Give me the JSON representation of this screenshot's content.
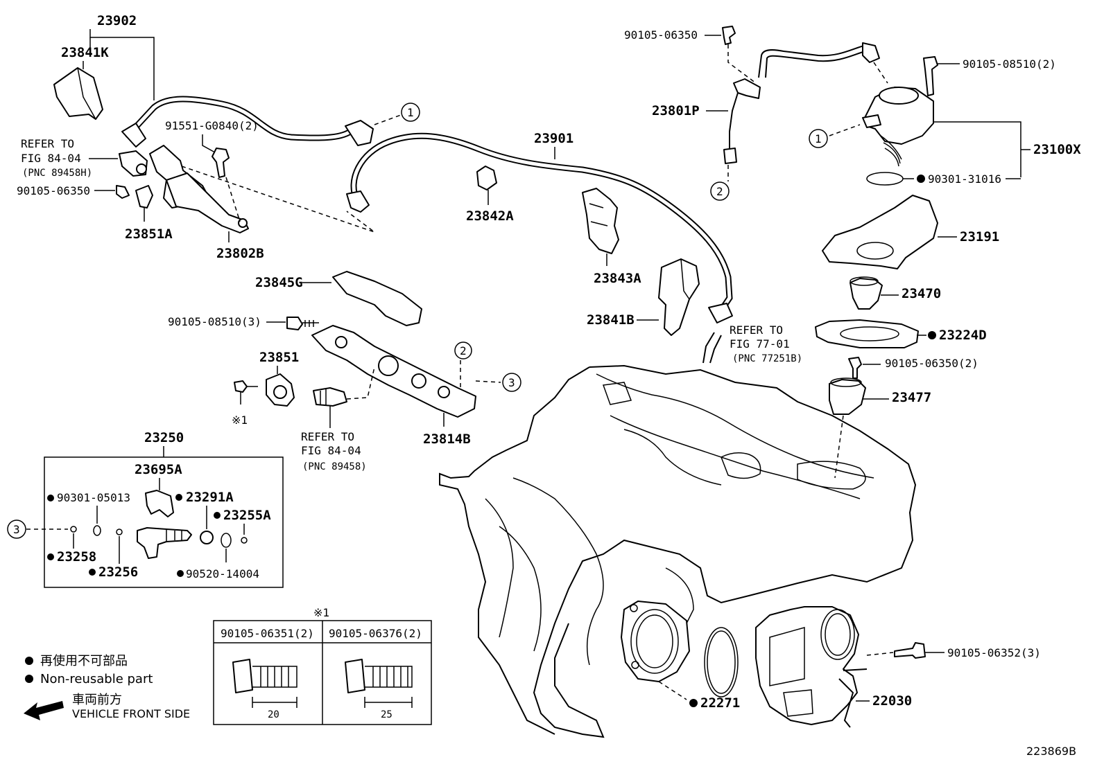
{
  "diagram_id": "223869B",
  "parts": {
    "p23902": "23902",
    "p23841K": "23841K",
    "refer1_a": "REFER TO",
    "refer1_b": "FIG 84-04",
    "refer1_c": "(PNC 89458H)",
    "p90105_06350_a": "90105-06350",
    "p91551": "91551-G0840(2)",
    "p23851A": "23851A",
    "p23802B": "23802B",
    "p23901": "23901",
    "p23842A": "23842A",
    "p23843A": "23843A",
    "p23841B": "23841B",
    "refer2_a": "REFER TO",
    "refer2_b": "FIG 77-01",
    "refer2_c": "(PNC 77251B)",
    "p23845G": "23845G",
    "p90105_08510_3": "90105-08510(3)",
    "p23851": "23851",
    "note_x1": "※1",
    "refer3_a": "REFER TO",
    "refer3_b": "FIG 84-04",
    "refer3_c": "(PNC 89458)",
    "p23814B": "23814B",
    "p23250": "23250",
    "p23695A": "23695A",
    "p90301_05013": "90301-05013",
    "p23291A": "23291A",
    "p23255A": "23255A",
    "p23258": "23258",
    "p23256": "23256",
    "p90520_14004": "90520-14004",
    "p90105_06350_b": "90105-06350",
    "p23801P": "23801P",
    "p90105_08510_2": "90105-08510(2)",
    "p23100X": "23100X",
    "p90301_31016": "90301-31016",
    "p23191": "23191",
    "p23470": "23470",
    "p23224D": "23224D",
    "p90105_06350_2": "90105-06350(2)",
    "p23477": "23477",
    "p90105_06352_3": "90105-06352(3)",
    "p22271": "22271",
    "p22030": "22030"
  },
  "callouts": {
    "c1": "1",
    "c2": "2",
    "c3": "3"
  },
  "bolt_table": {
    "title": "※1",
    "col1": "90105-06351(2)",
    "col2": "90105-06376(2)",
    "len1": "20",
    "len2": "25"
  },
  "legend": {
    "jp1": "再使用不可部品",
    "en1": "Non-reusable part",
    "jp2": "車両前方",
    "en2": "VEHICLE FRONT SIDE"
  }
}
